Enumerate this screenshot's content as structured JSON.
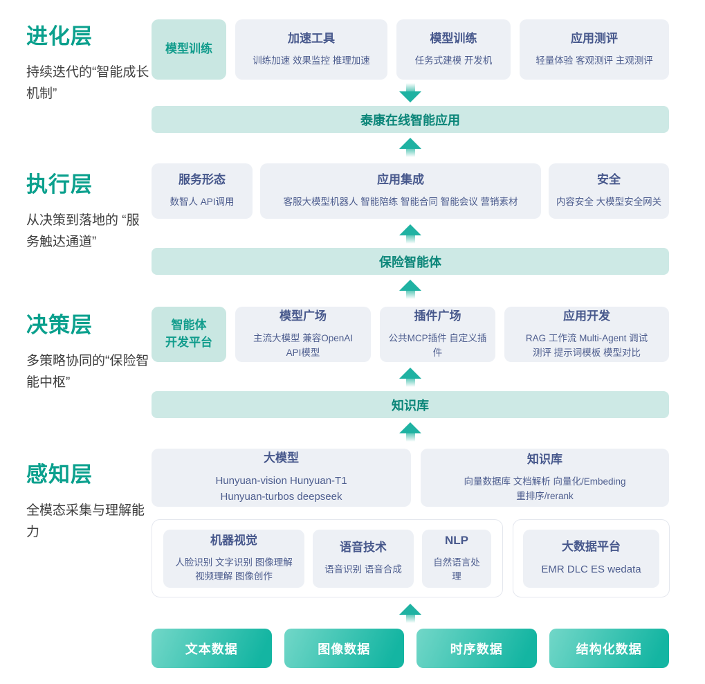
{
  "colors": {
    "accent_green": "#0aa08d",
    "gray_box_bg": "#edf0f5",
    "box_title_text": "#47588c",
    "teal_box_bg": "#c9e7e2",
    "teal_box_text": "#119c8c",
    "banner_bg": "#cde9e5",
    "banner_text": "#0a8578",
    "arrow": "#1fb2a2",
    "button_gradient_start": "#72d7c8",
    "button_gradient_end": "#14b5a2"
  },
  "layers": [
    {
      "title": "进化层",
      "subtitle": "持续迭代的“智能成长机制”",
      "highlight": {
        "lines": [
          "模型训练"
        ]
      },
      "boxes": [
        {
          "title": "加速工具",
          "lines": [
            "训练加速 效果监控 推理加速"
          ]
        },
        {
          "title": "模型训练",
          "lines": [
            "任务式建模 开发机"
          ]
        },
        {
          "title": "应用测评",
          "lines": [
            "轻量体验 客观测评 主观测评"
          ]
        }
      ]
    },
    {
      "title": "执行层",
      "subtitle": "从决策到落地的 “服务触达通道”",
      "boxes": [
        {
          "title": "服务形态",
          "lines": [
            "数智人 API调用"
          ]
        },
        {
          "title": "应用集成",
          "lines": [
            "客服大模型机器人 智能陪练 智能合同 智能会议 营销素材"
          ]
        },
        {
          "title": "安全",
          "lines": [
            "内容安全 大模型安全网关"
          ]
        }
      ]
    },
    {
      "title": "决策层",
      "subtitle": "多策略协同的“保险智能中枢”",
      "highlight": {
        "lines": [
          "智能体",
          "开发平台"
        ]
      },
      "boxes": [
        {
          "title": "模型广场",
          "lines": [
            "主流大模型 兼容OpenAI",
            "API模型"
          ]
        },
        {
          "title": "插件广场",
          "lines": [
            "公共MCP插件 自定义插件"
          ]
        },
        {
          "title": "应用开发",
          "lines": [
            "RAG 工作流 Multi-Agent 调试",
            "测评 提示词模板 模型对比"
          ]
        }
      ]
    },
    {
      "title": "感知层",
      "subtitle": "全模态采集与理解能力",
      "boxes": [
        {
          "title": "大模型",
          "lines": [
            "Hunyuan-vision Hunyuan-T1",
            "Hunyuan-turbos deepseek"
          ]
        },
        {
          "title": "知识库",
          "lines": [
            "向量数据库 文档解析 向量化/Embeding",
            "重排序/rerank"
          ]
        }
      ],
      "sub_boxes": [
        {
          "title": "机器视觉",
          "lines": [
            "人脸识别 文字识别 图像理解",
            "视频理解 图像创作"
          ]
        },
        {
          "title": "语音技术",
          "lines": [
            "语音识别 语音合成"
          ]
        },
        {
          "title": "NLP",
          "lines": [
            "自然语言处理"
          ]
        }
      ],
      "side_box": {
        "title": "大数据平台",
        "lines": [
          "EMR DLC ES wedata"
        ]
      }
    }
  ],
  "banners": {
    "app": "泰康在线智能应用",
    "agent": "保险智能体",
    "kb": "知识库"
  },
  "data_sources": [
    "文本数据",
    "图像数据",
    "时序数据",
    "结构化数据"
  ]
}
